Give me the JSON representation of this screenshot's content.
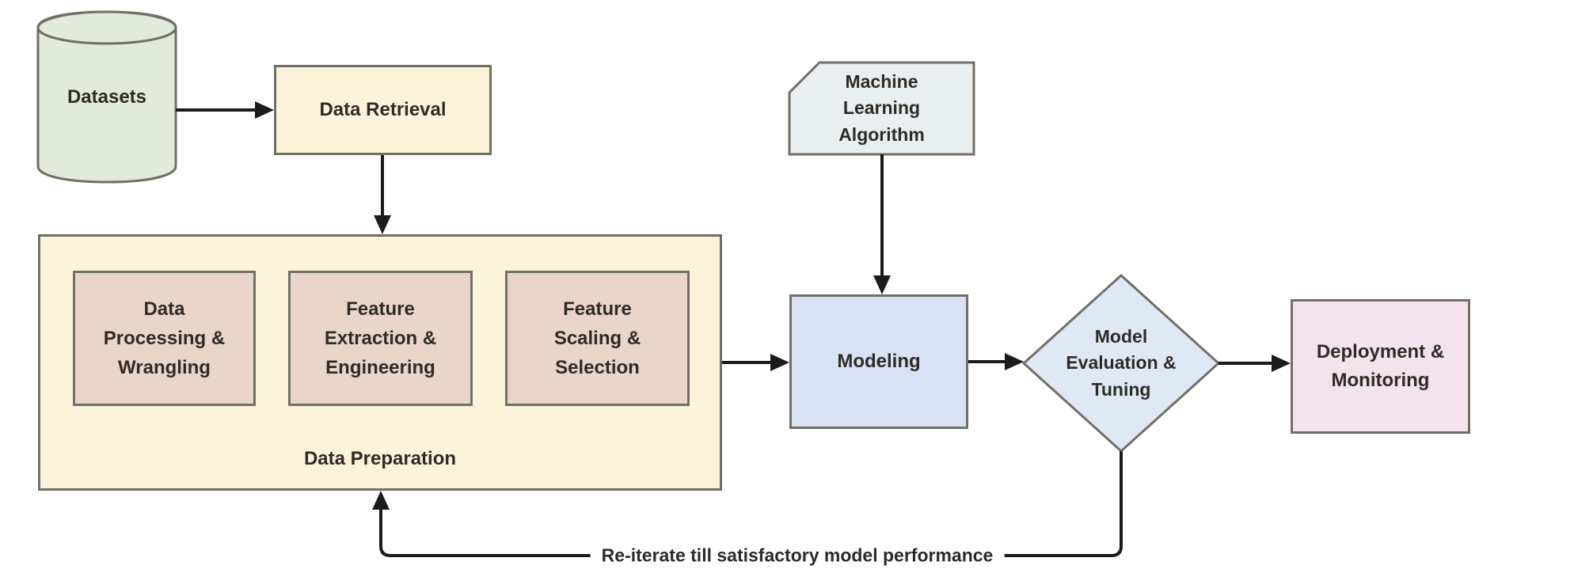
{
  "colors": {
    "background": "#ffffff",
    "border": "#716f66",
    "arrow": "#1b1b1b",
    "text": "#2e2b26",
    "datasets_fill": "#e2ebdb",
    "cream_fill": "#fbf3da",
    "inner_fill": "#e9d6c9",
    "note_fill": "#e9eef0",
    "modeling_fill": "#d8e2f4",
    "diamond_fill": "#dfe9f5",
    "deployment_fill": "#f2e3ec"
  },
  "nodes": {
    "datasets": {
      "label": "Datasets"
    },
    "data_retrieval": {
      "label": "Data Retrieval"
    },
    "data_preparation": {
      "label": "Data Preparation"
    },
    "data_processing": {
      "label": "Data\nProcessing &\nWrangling"
    },
    "feature_extraction": {
      "label": "Feature\nExtraction &\nEngineering"
    },
    "feature_scaling": {
      "label": "Feature\nScaling &\nSelection"
    },
    "ml_algorithm": {
      "label": "Machine\nLearning\nAlgorithm"
    },
    "modeling": {
      "label": "Modeling"
    },
    "model_evaluation": {
      "label": "Model\nEvaluation &\nTuning"
    },
    "deployment": {
      "label": "Deployment &\nMonitoring"
    }
  },
  "edges": {
    "reiterate_label": "Re-iterate till satisfactory model performance"
  }
}
